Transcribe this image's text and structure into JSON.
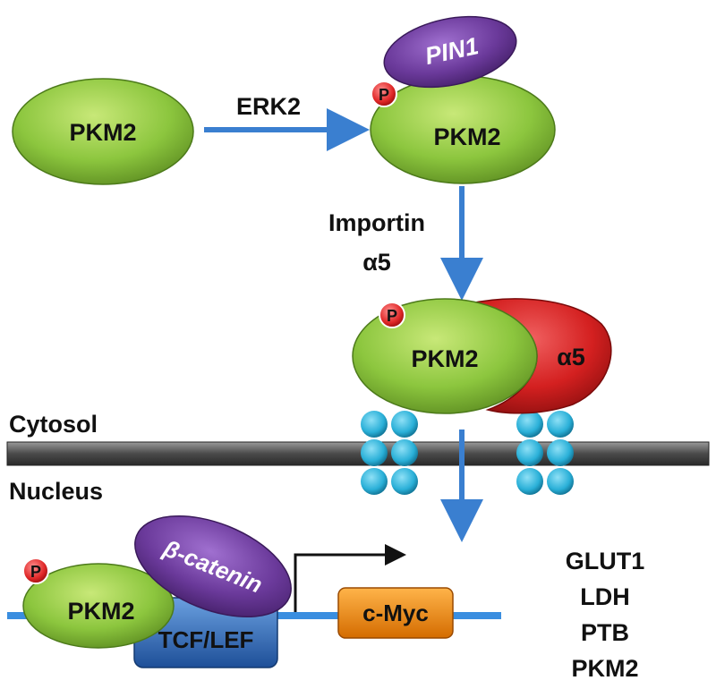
{
  "proteins": {
    "pkm2_start": "PKM2",
    "pkm2_phos": "PKM2",
    "pin1": "PIN1",
    "pkm2_importin": "PKM2",
    "alpha5": "α5",
    "pkm2_nuclear": "PKM2",
    "beta_catenin": "β-catenin",
    "tcf_lef": "TCF/LEF",
    "c_myc": "c-Myc"
  },
  "phospho_label": "P",
  "arrows": {
    "erk2": "ERK2",
    "importin_line1": "Importin",
    "importin_line2": "α5"
  },
  "compartments": {
    "cytosol": "Cytosol",
    "nucleus": "Nucleus"
  },
  "target_genes": [
    "GLUT1",
    "LDH",
    "PTB",
    "PKM2"
  ],
  "colors": {
    "pkm2_green": "#8cc63e",
    "pin1_purple": "#6b3a9b",
    "alpha5_red": "#d42020",
    "tcf_blue": "#2f6fc0",
    "cmyc_orange": "#f08a00",
    "arrow_blue": "#3a7fd0",
    "membrane_gray": "#4a4a4a",
    "pore_cyan": "#2ab0d8",
    "dna_blue": "#3a8ee0"
  }
}
